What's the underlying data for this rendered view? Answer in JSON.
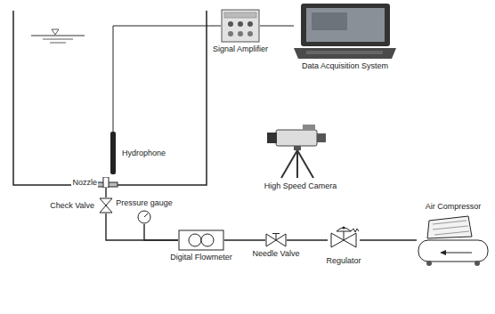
{
  "diagram": {
    "nodes": [
      {
        "text": [
          "Signal Amplifier"
        ]
      },
      {
        "text": [
          "Data Acquisition System"
        ]
      },
      {
        "text": [
          "Hydrophone"
        ]
      },
      {
        "text": [
          "Nozzle"
        ]
      },
      {
        "text": [
          "High Speed Camera"
        ]
      },
      {
        "text": [
          "Check Valve"
        ]
      },
      {
        "text": [
          "Pressure gauge"
        ]
      },
      {
        "text": [
          "Digital Flowmeter"
        ]
      },
      {
        "text": [
          "Needle Valve"
        ]
      },
      {
        "text": [
          "Regulator"
        ]
      },
      {
        "text": [
          "Air Compressor"
        ]
      }
    ],
    "edges": [
      {
        "from": 2,
        "to": 0,
        "arrow": "none"
      },
      {
        "from": 0,
        "to": 1,
        "arrow": "none"
      },
      {
        "from": 10,
        "to": 9,
        "arrow": "none"
      },
      {
        "from": 9,
        "to": 8,
        "arrow": "none"
      },
      {
        "from": 8,
        "to": 7,
        "arrow": "none"
      },
      {
        "from": 7,
        "to": 5,
        "arrow": "none"
      },
      {
        "from": 5,
        "to": 3,
        "arrow": "none"
      },
      {
        "from": 7,
        "to": 6,
        "arrow": "none"
      }
    ]
  }
}
